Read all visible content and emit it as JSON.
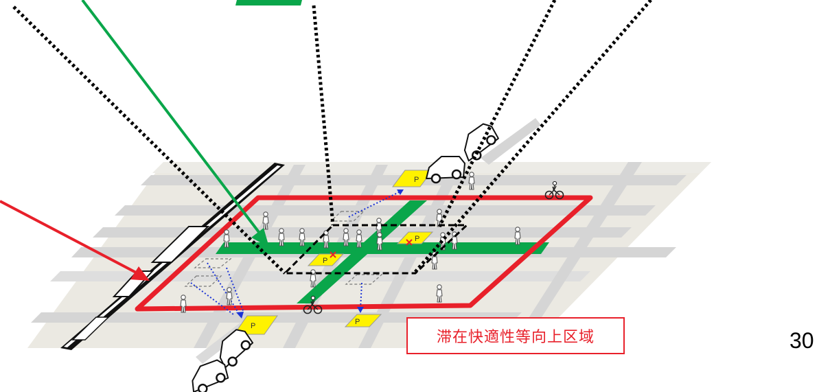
{
  "zone_label": "滞在快適性等向上区域",
  "page_number": "30",
  "parking_marker_label": "P",
  "colors": {
    "zone_outline": "#e8202a",
    "walkway": "#0aa64a",
    "parking": "#fff200",
    "relocation_arrow": "#1a33d6",
    "pointer_green": "#0aa64a",
    "pointer_red": "#e8202a"
  },
  "icons": [
    "pedestrian-icon",
    "bicycle-icon",
    "car-icon",
    "parking-icon",
    "cross-mark-icon",
    "railway-icon"
  ]
}
